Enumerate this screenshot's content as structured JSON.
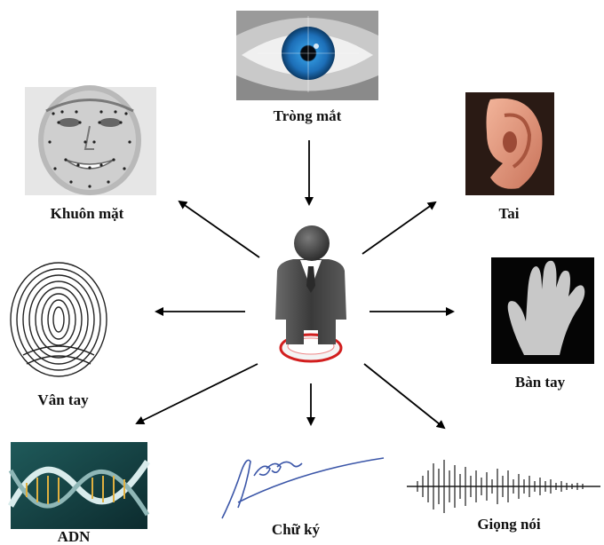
{
  "center": {
    "icon": "person-icon"
  },
  "nodes": [
    {
      "id": "iris",
      "label": "Tròng mắt",
      "icon": "eye-icon"
    },
    {
      "id": "face",
      "label": "Khuôn mặt",
      "icon": "face-icon"
    },
    {
      "id": "ear",
      "label": "Tai",
      "icon": "ear-icon"
    },
    {
      "id": "fingerprint",
      "label": "Vân tay",
      "icon": "fingerprint-icon"
    },
    {
      "id": "hand",
      "label": "Bàn tay",
      "icon": "hand-icon"
    },
    {
      "id": "dna",
      "label": "ADN",
      "icon": "dna-icon"
    },
    {
      "id": "signature",
      "label": "Chữ ký",
      "icon": "signature-icon"
    },
    {
      "id": "voice",
      "label": "Giọng nói",
      "icon": "waveform-icon"
    }
  ]
}
